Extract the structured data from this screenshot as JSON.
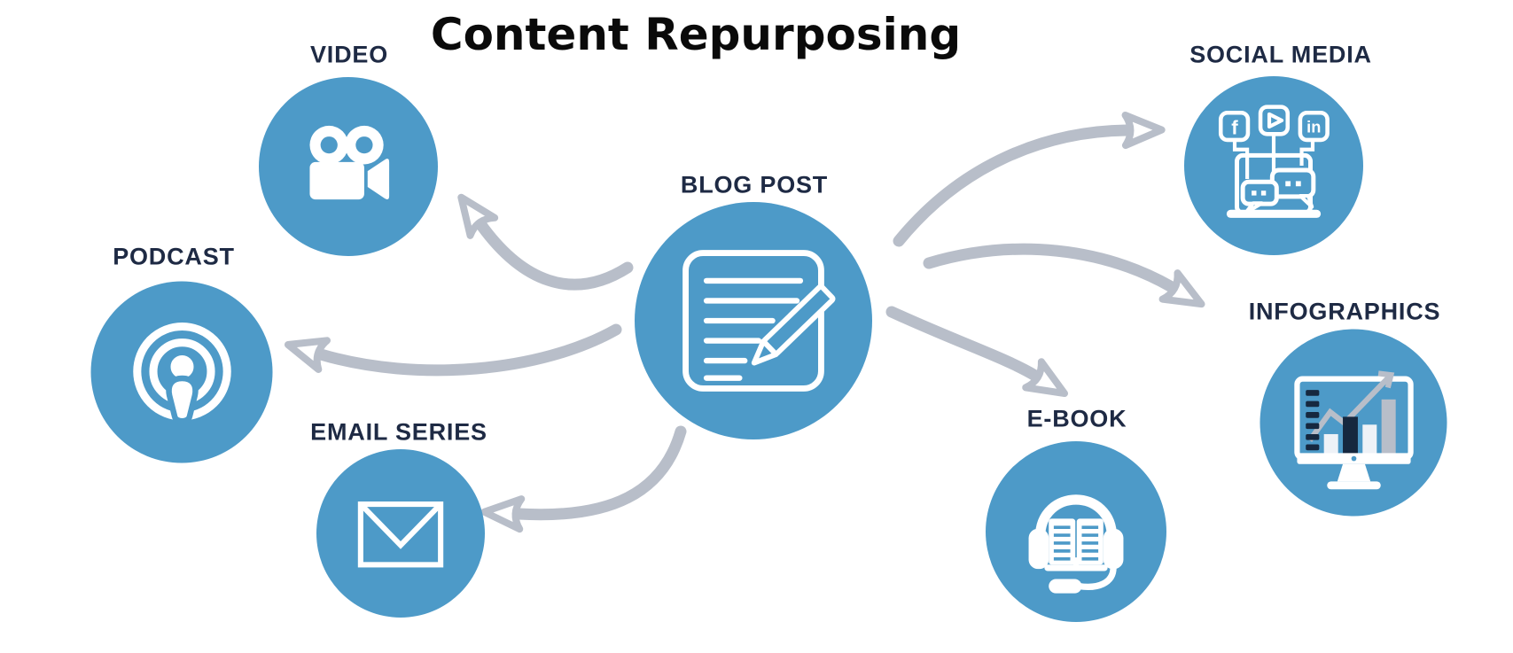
{
  "title": "Content Repurposing",
  "colors": {
    "blue": "#4d9ac8",
    "gray": "#b8bec9",
    "navy": "#16283f",
    "label": "#1e2a44",
    "title": "#0a0a0a",
    "light": "#eef2f7",
    "icon_white": "#ffffff",
    "background": "#ffffff"
  },
  "center_node": {
    "id": "blog-post",
    "label": "BLOG POST",
    "icon": "blog-document-pencil-icon"
  },
  "nodes": [
    {
      "id": "video",
      "label": "VIDEO",
      "icon": "video-camera-icon"
    },
    {
      "id": "podcast",
      "label": "PODCAST",
      "icon": "podcast-icon"
    },
    {
      "id": "email-series",
      "label": "EMAIL SERIES",
      "icon": "envelope-icon"
    },
    {
      "id": "social-media",
      "label": "SOCIAL MEDIA",
      "icon": "social-media-laptop-icon",
      "badges": [
        "facebook",
        "video-play",
        "linkedin"
      ],
      "badge_glyphs": [
        "f",
        "in"
      ]
    },
    {
      "id": "infographics",
      "label": "INFOGRAPHICS",
      "icon": "analytics-monitor-icon"
    },
    {
      "id": "e-book",
      "label": "E-BOOK",
      "icon": "audiobook-headphones-icon"
    }
  ],
  "connections": [
    {
      "from": "blog-post",
      "to": "video"
    },
    {
      "from": "blog-post",
      "to": "podcast"
    },
    {
      "from": "blog-post",
      "to": "email-series"
    },
    {
      "from": "blog-post",
      "to": "social-media"
    },
    {
      "from": "blog-post",
      "to": "infographics"
    },
    {
      "from": "blog-post",
      "to": "e-book"
    }
  ]
}
